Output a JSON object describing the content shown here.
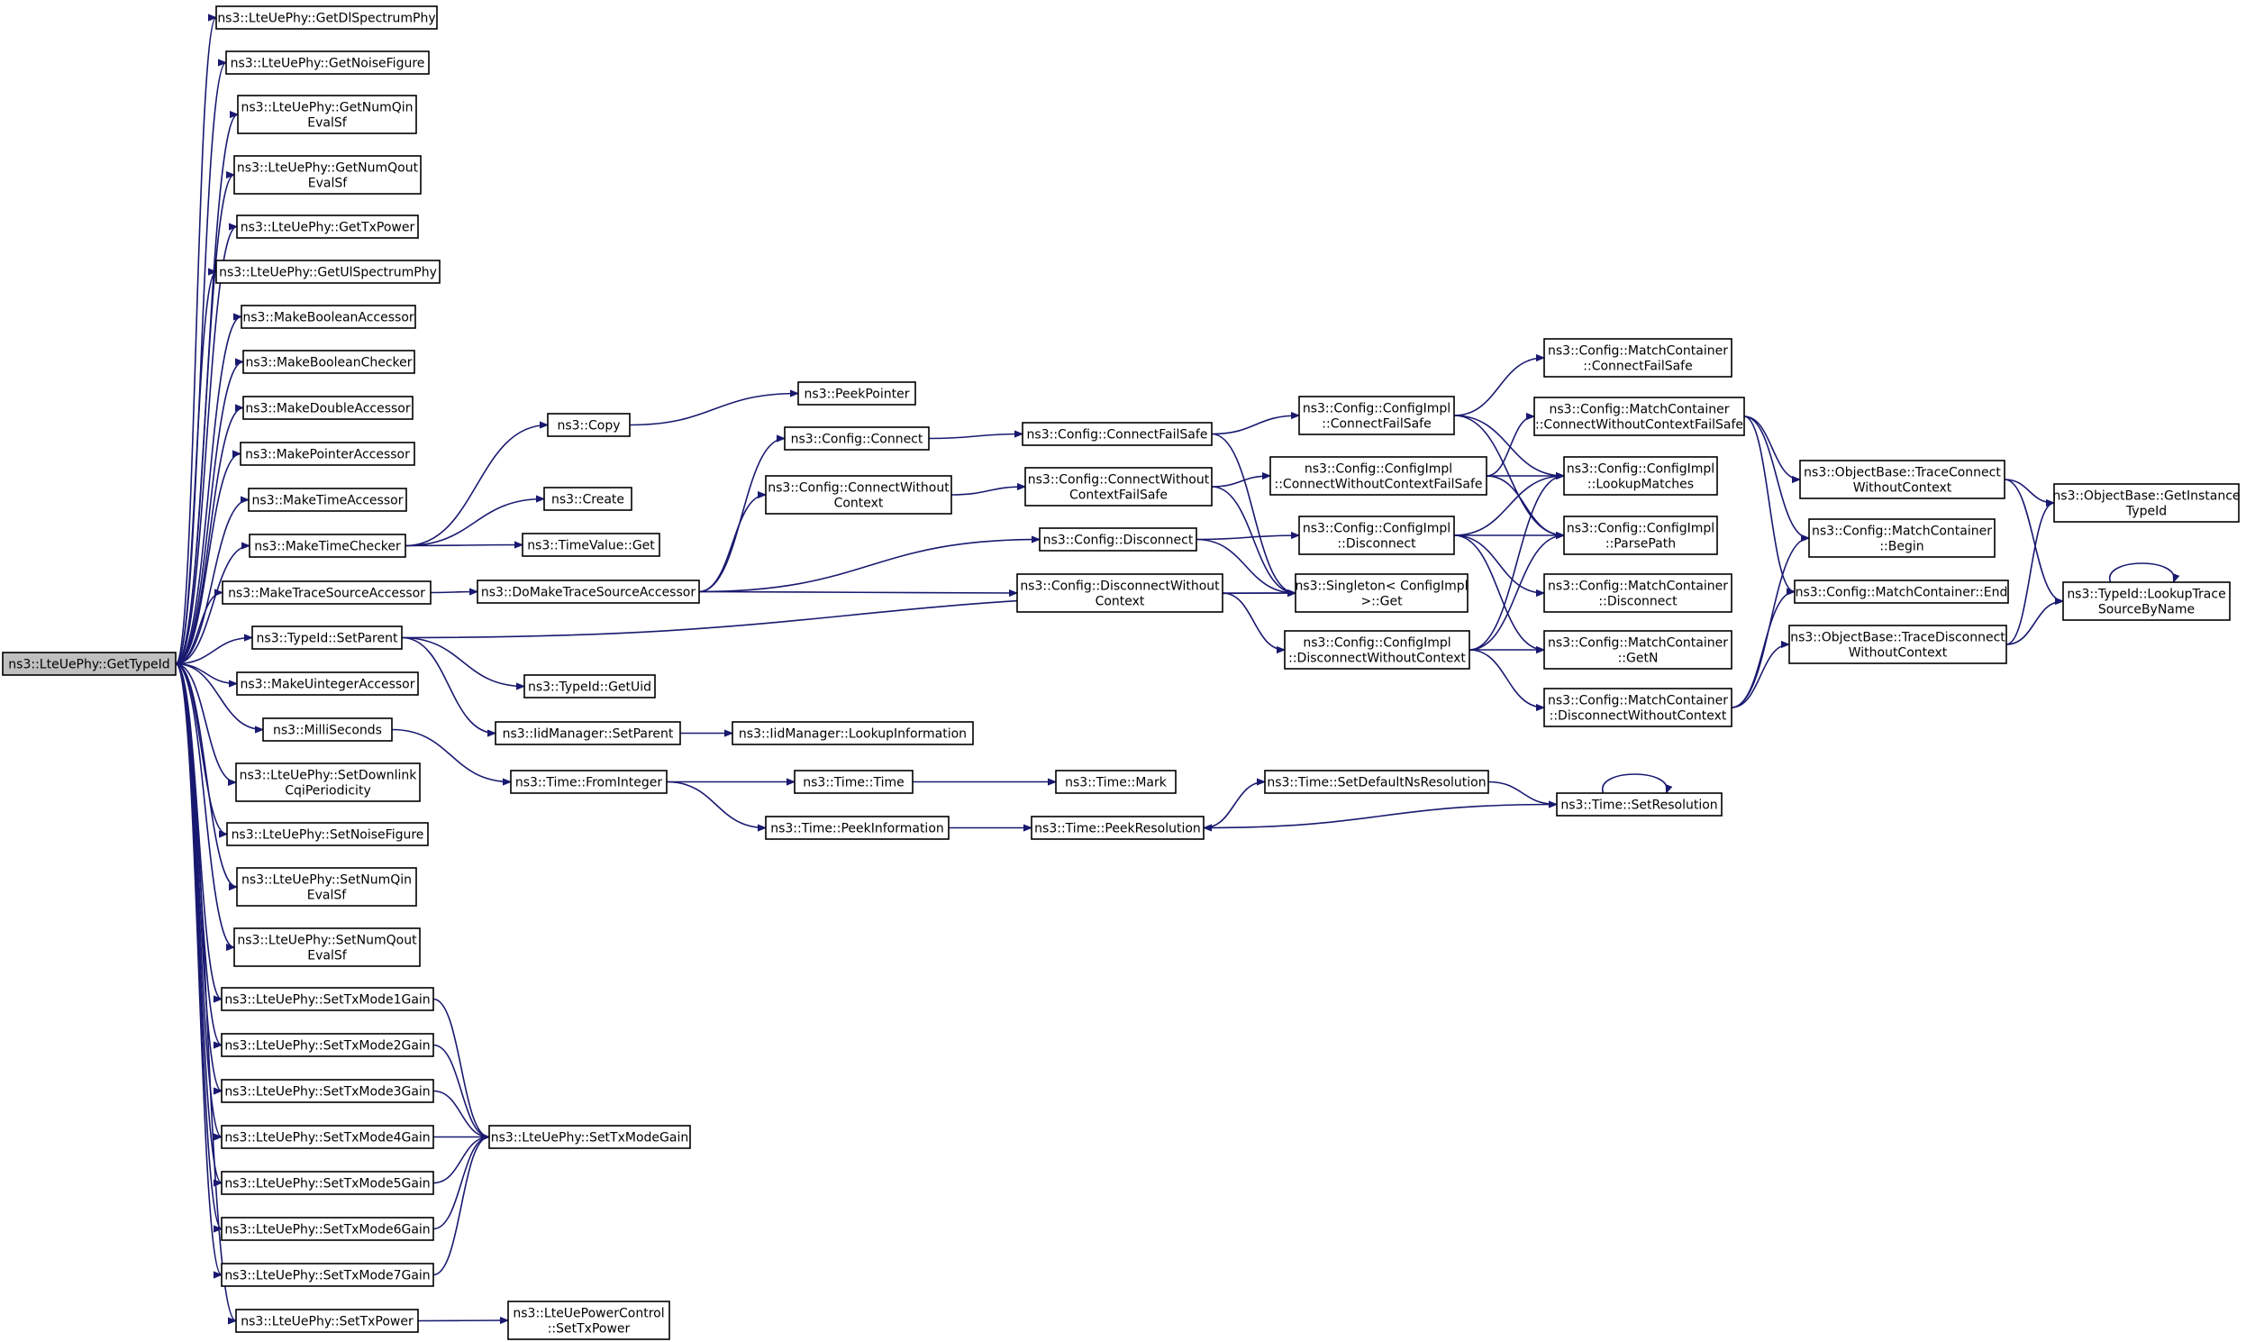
{
  "colors": {
    "edge": "#191970",
    "root_fill": "#bfbfbf",
    "node_fill": "#ffffff",
    "text": "#000000"
  },
  "nodes": [
    {
      "id": "root",
      "lines": [
        "ns3::LteUePhy::GetTypeId"
      ],
      "root": true
    },
    {
      "id": "getDl",
      "lines": [
        "ns3::LteUePhy::GetDlSpectrumPhy"
      ]
    },
    {
      "id": "getNoise",
      "lines": [
        "ns3::LteUePhy::GetNoiseFigure"
      ]
    },
    {
      "id": "getNumQin",
      "lines": [
        "ns3::LteUePhy::GetNumQin",
        "EvalSf"
      ]
    },
    {
      "id": "getNumQout",
      "lines": [
        "ns3::LteUePhy::GetNumQout",
        "EvalSf"
      ]
    },
    {
      "id": "getTxPower",
      "lines": [
        "ns3::LteUePhy::GetTxPower"
      ]
    },
    {
      "id": "getUl",
      "lines": [
        "ns3::LteUePhy::GetUlSpectrumPhy"
      ]
    },
    {
      "id": "mkBoolAcc",
      "lines": [
        "ns3::MakeBooleanAccessor"
      ]
    },
    {
      "id": "mkBoolChk",
      "lines": [
        "ns3::MakeBooleanChecker"
      ]
    },
    {
      "id": "mkDblAcc",
      "lines": [
        "ns3::MakeDoubleAccessor"
      ]
    },
    {
      "id": "mkPtrAcc",
      "lines": [
        "ns3::MakePointerAccessor"
      ]
    },
    {
      "id": "mkTimeAcc",
      "lines": [
        "ns3::MakeTimeAccessor"
      ]
    },
    {
      "id": "mkTimeChk",
      "lines": [
        "ns3::MakeTimeChecker"
      ]
    },
    {
      "id": "mkTraceAcc",
      "lines": [
        "ns3::MakeTraceSourceAccessor"
      ]
    },
    {
      "id": "typeSetParent",
      "lines": [
        "ns3::TypeId::SetParent"
      ]
    },
    {
      "id": "mkUintAcc",
      "lines": [
        "ns3::MakeUintegerAccessor"
      ]
    },
    {
      "id": "milli",
      "lines": [
        "ns3::MilliSeconds"
      ]
    },
    {
      "id": "setDlCqi",
      "lines": [
        "ns3::LteUePhy::SetDownlink",
        "CqiPeriodicity"
      ]
    },
    {
      "id": "setNoise",
      "lines": [
        "ns3::LteUePhy::SetNoiseFigure"
      ]
    },
    {
      "id": "setNumQin",
      "lines": [
        "ns3::LteUePhy::SetNumQin",
        "EvalSf"
      ]
    },
    {
      "id": "setNumQout",
      "lines": [
        "ns3::LteUePhy::SetNumQout",
        "EvalSf"
      ]
    },
    {
      "id": "setTx1",
      "lines": [
        "ns3::LteUePhy::SetTxMode1Gain"
      ]
    },
    {
      "id": "setTx2",
      "lines": [
        "ns3::LteUePhy::SetTxMode2Gain"
      ]
    },
    {
      "id": "setTx3",
      "lines": [
        "ns3::LteUePhy::SetTxMode3Gain"
      ]
    },
    {
      "id": "setTx4",
      "lines": [
        "ns3::LteUePhy::SetTxMode4Gain"
      ]
    },
    {
      "id": "setTx5",
      "lines": [
        "ns3::LteUePhy::SetTxMode5Gain"
      ]
    },
    {
      "id": "setTx6",
      "lines": [
        "ns3::LteUePhy::SetTxMode6Gain"
      ]
    },
    {
      "id": "setTx7",
      "lines": [
        "ns3::LteUePhy::SetTxMode7Gain"
      ]
    },
    {
      "id": "setTxPower",
      "lines": [
        "ns3::LteUePhy::SetTxPower"
      ]
    },
    {
      "id": "copy",
      "lines": [
        "ns3::Copy"
      ]
    },
    {
      "id": "create",
      "lines": [
        "ns3::Create"
      ]
    },
    {
      "id": "timeValGet",
      "lines": [
        "ns3::TimeValue::Get"
      ]
    },
    {
      "id": "doMakeTrace",
      "lines": [
        "ns3::DoMakeTraceSourceAccessor"
      ]
    },
    {
      "id": "typeGetUid",
      "lines": [
        "ns3::TypeId::GetUid"
      ]
    },
    {
      "id": "iidSetParent",
      "lines": [
        "ns3::IidManager::SetParent"
      ]
    },
    {
      "id": "fromInteger",
      "lines": [
        "ns3::Time::FromInteger"
      ]
    },
    {
      "id": "setTxModeGain",
      "lines": [
        "ns3::LteUePhy::SetTxModeGain"
      ]
    },
    {
      "id": "powerSetTx",
      "lines": [
        "ns3::LteUePowerControl",
        "::SetTxPower"
      ]
    },
    {
      "id": "peekPointer",
      "lines": [
        "ns3::PeekPointer"
      ]
    },
    {
      "id": "cfgConnect",
      "lines": [
        "ns3::Config::Connect"
      ]
    },
    {
      "id": "cfgConnectWoCtx",
      "lines": [
        "ns3::Config::ConnectWithout",
        "Context"
      ]
    },
    {
      "id": "iidLookupInfo",
      "lines": [
        "ns3::IidManager::LookupInformation"
      ]
    },
    {
      "id": "timeTime",
      "lines": [
        "ns3::Time::Time"
      ]
    },
    {
      "id": "peekInfo",
      "lines": [
        "ns3::Time::PeekInformation"
      ]
    },
    {
      "id": "cfgConnectFS",
      "lines": [
        "ns3::Config::ConnectFailSafe"
      ]
    },
    {
      "id": "cfgConnectWoCtxFS",
      "lines": [
        "ns3::Config::ConnectWithout",
        "ContextFailSafe"
      ]
    },
    {
      "id": "cfgDisconnect",
      "lines": [
        "ns3::Config::Disconnect"
      ]
    },
    {
      "id": "cfgDisconnectWoCtx",
      "lines": [
        "ns3::Config::DisconnectWithout",
        "Context"
      ]
    },
    {
      "id": "timeMark",
      "lines": [
        "ns3::Time::Mark"
      ]
    },
    {
      "id": "peekRes",
      "lines": [
        "ns3::Time::PeekResolution"
      ]
    },
    {
      "id": "implConnectFS",
      "lines": [
        "ns3::Config::ConfigImpl",
        "::ConnectFailSafe"
      ]
    },
    {
      "id": "implConnectWoCtxFS",
      "lines": [
        "ns3::Config::ConfigImpl",
        "::ConnectWithoutContextFailSafe"
      ]
    },
    {
      "id": "implDisconnect",
      "lines": [
        "ns3::Config::ConfigImpl",
        "::Disconnect"
      ]
    },
    {
      "id": "singletonGet",
      "lines": [
        "ns3::Singleton< ConfigImpl",
        "  >::Get"
      ]
    },
    {
      "id": "implDisconnectWoCtx",
      "lines": [
        "ns3::Config::ConfigImpl",
        "::DisconnectWithoutContext"
      ]
    },
    {
      "id": "setDefaultNsRes",
      "lines": [
        "ns3::Time::SetDefaultNsResolution"
      ]
    },
    {
      "id": "mcConnectFS",
      "lines": [
        "ns3::Config::MatchContainer",
        "::ConnectFailSafe"
      ]
    },
    {
      "id": "mcConnectWoCtxFS",
      "lines": [
        "ns3::Config::MatchContainer",
        "::ConnectWithoutContextFailSafe"
      ]
    },
    {
      "id": "implLookupMatches",
      "lines": [
        "ns3::Config::ConfigImpl",
        "::LookupMatches"
      ]
    },
    {
      "id": "implParsePath",
      "lines": [
        "ns3::Config::ConfigImpl",
        "::ParsePath"
      ]
    },
    {
      "id": "mcDisconnect",
      "lines": [
        "ns3::Config::MatchContainer",
        "::Disconnect"
      ]
    },
    {
      "id": "mcGetN",
      "lines": [
        "ns3::Config::MatchContainer",
        "::GetN"
      ]
    },
    {
      "id": "mcDisconnectWoCtx",
      "lines": [
        "ns3::Config::MatchContainer",
        "::DisconnectWithoutContext"
      ]
    },
    {
      "id": "setRes",
      "lines": [
        "ns3::Time::SetResolution"
      ]
    },
    {
      "id": "obTraceConnWoCtx",
      "lines": [
        "ns3::ObjectBase::TraceConnect",
        "WithoutContext"
      ]
    },
    {
      "id": "mcBegin",
      "lines": [
        "ns3::Config::MatchContainer",
        "::Begin"
      ]
    },
    {
      "id": "mcEnd",
      "lines": [
        "ns3::Config::MatchContainer::End"
      ]
    },
    {
      "id": "obTraceDiscWoCtx",
      "lines": [
        "ns3::ObjectBase::TraceDisconnect",
        "WithoutContext"
      ]
    },
    {
      "id": "obGetInstTypeId",
      "lines": [
        "ns3::ObjectBase::GetInstance",
        "TypeId"
      ]
    },
    {
      "id": "typeLookupTrace",
      "lines": [
        "ns3::TypeId::LookupTrace",
        "SourceByName"
      ]
    }
  ]
}
